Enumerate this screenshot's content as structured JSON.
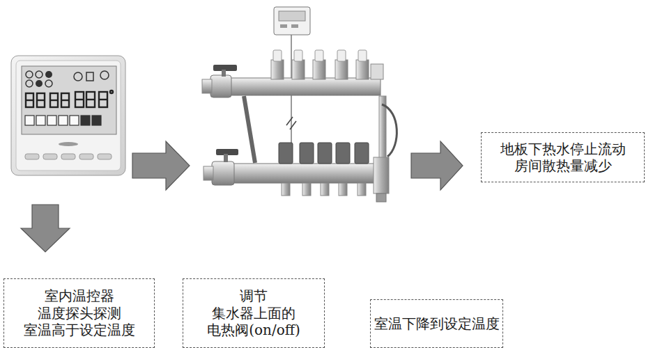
{
  "diagram": {
    "nodes": [
      {
        "text": [
          "地板下热水停止流动 房间散热量减少"
        ]
      },
      {
        "text": [
          "室内温控器 温度探头探测 室温高于设定温度"
        ]
      },
      {
        "text": [
          "调节 集水器上面的 电热阀(on/off)"
        ]
      },
      {
        "text": [
          "室温下降到设定温度"
        ]
      }
    ]
  }
}
